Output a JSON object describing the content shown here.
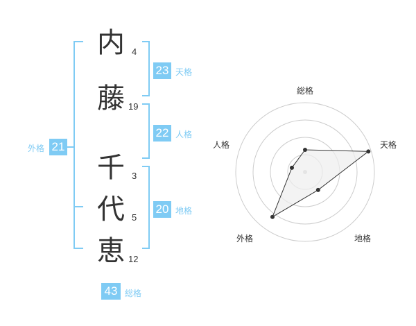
{
  "name": {
    "characters": [
      {
        "char": "内",
        "strokes": "4"
      },
      {
        "char": "藤",
        "strokes": "19"
      },
      {
        "char": "千",
        "strokes": "3"
      },
      {
        "char": "代",
        "strokes": "5"
      },
      {
        "char": "恵",
        "strokes": "12"
      }
    ]
  },
  "fortunes": {
    "tenkaku": {
      "value": "23",
      "label": "天格"
    },
    "jinkaku": {
      "value": "22",
      "label": "人格"
    },
    "chikaku": {
      "value": "20",
      "label": "地格"
    },
    "gaikaku": {
      "value": "21",
      "label": "外格"
    },
    "soukaku": {
      "value": "43",
      "label": "総格"
    }
  },
  "radar": {
    "axes": [
      "総格",
      "天格",
      "地格",
      "外格",
      "人格"
    ],
    "levels": 4,
    "values": [
      1.6,
      4.8,
      1.6,
      4.0,
      1.0
    ],
    "max": 5
  },
  "colors": {
    "accent": "#7fcbf4",
    "ring": "#cccccc",
    "fill": "#eeeeee",
    "line": "#333333"
  }
}
